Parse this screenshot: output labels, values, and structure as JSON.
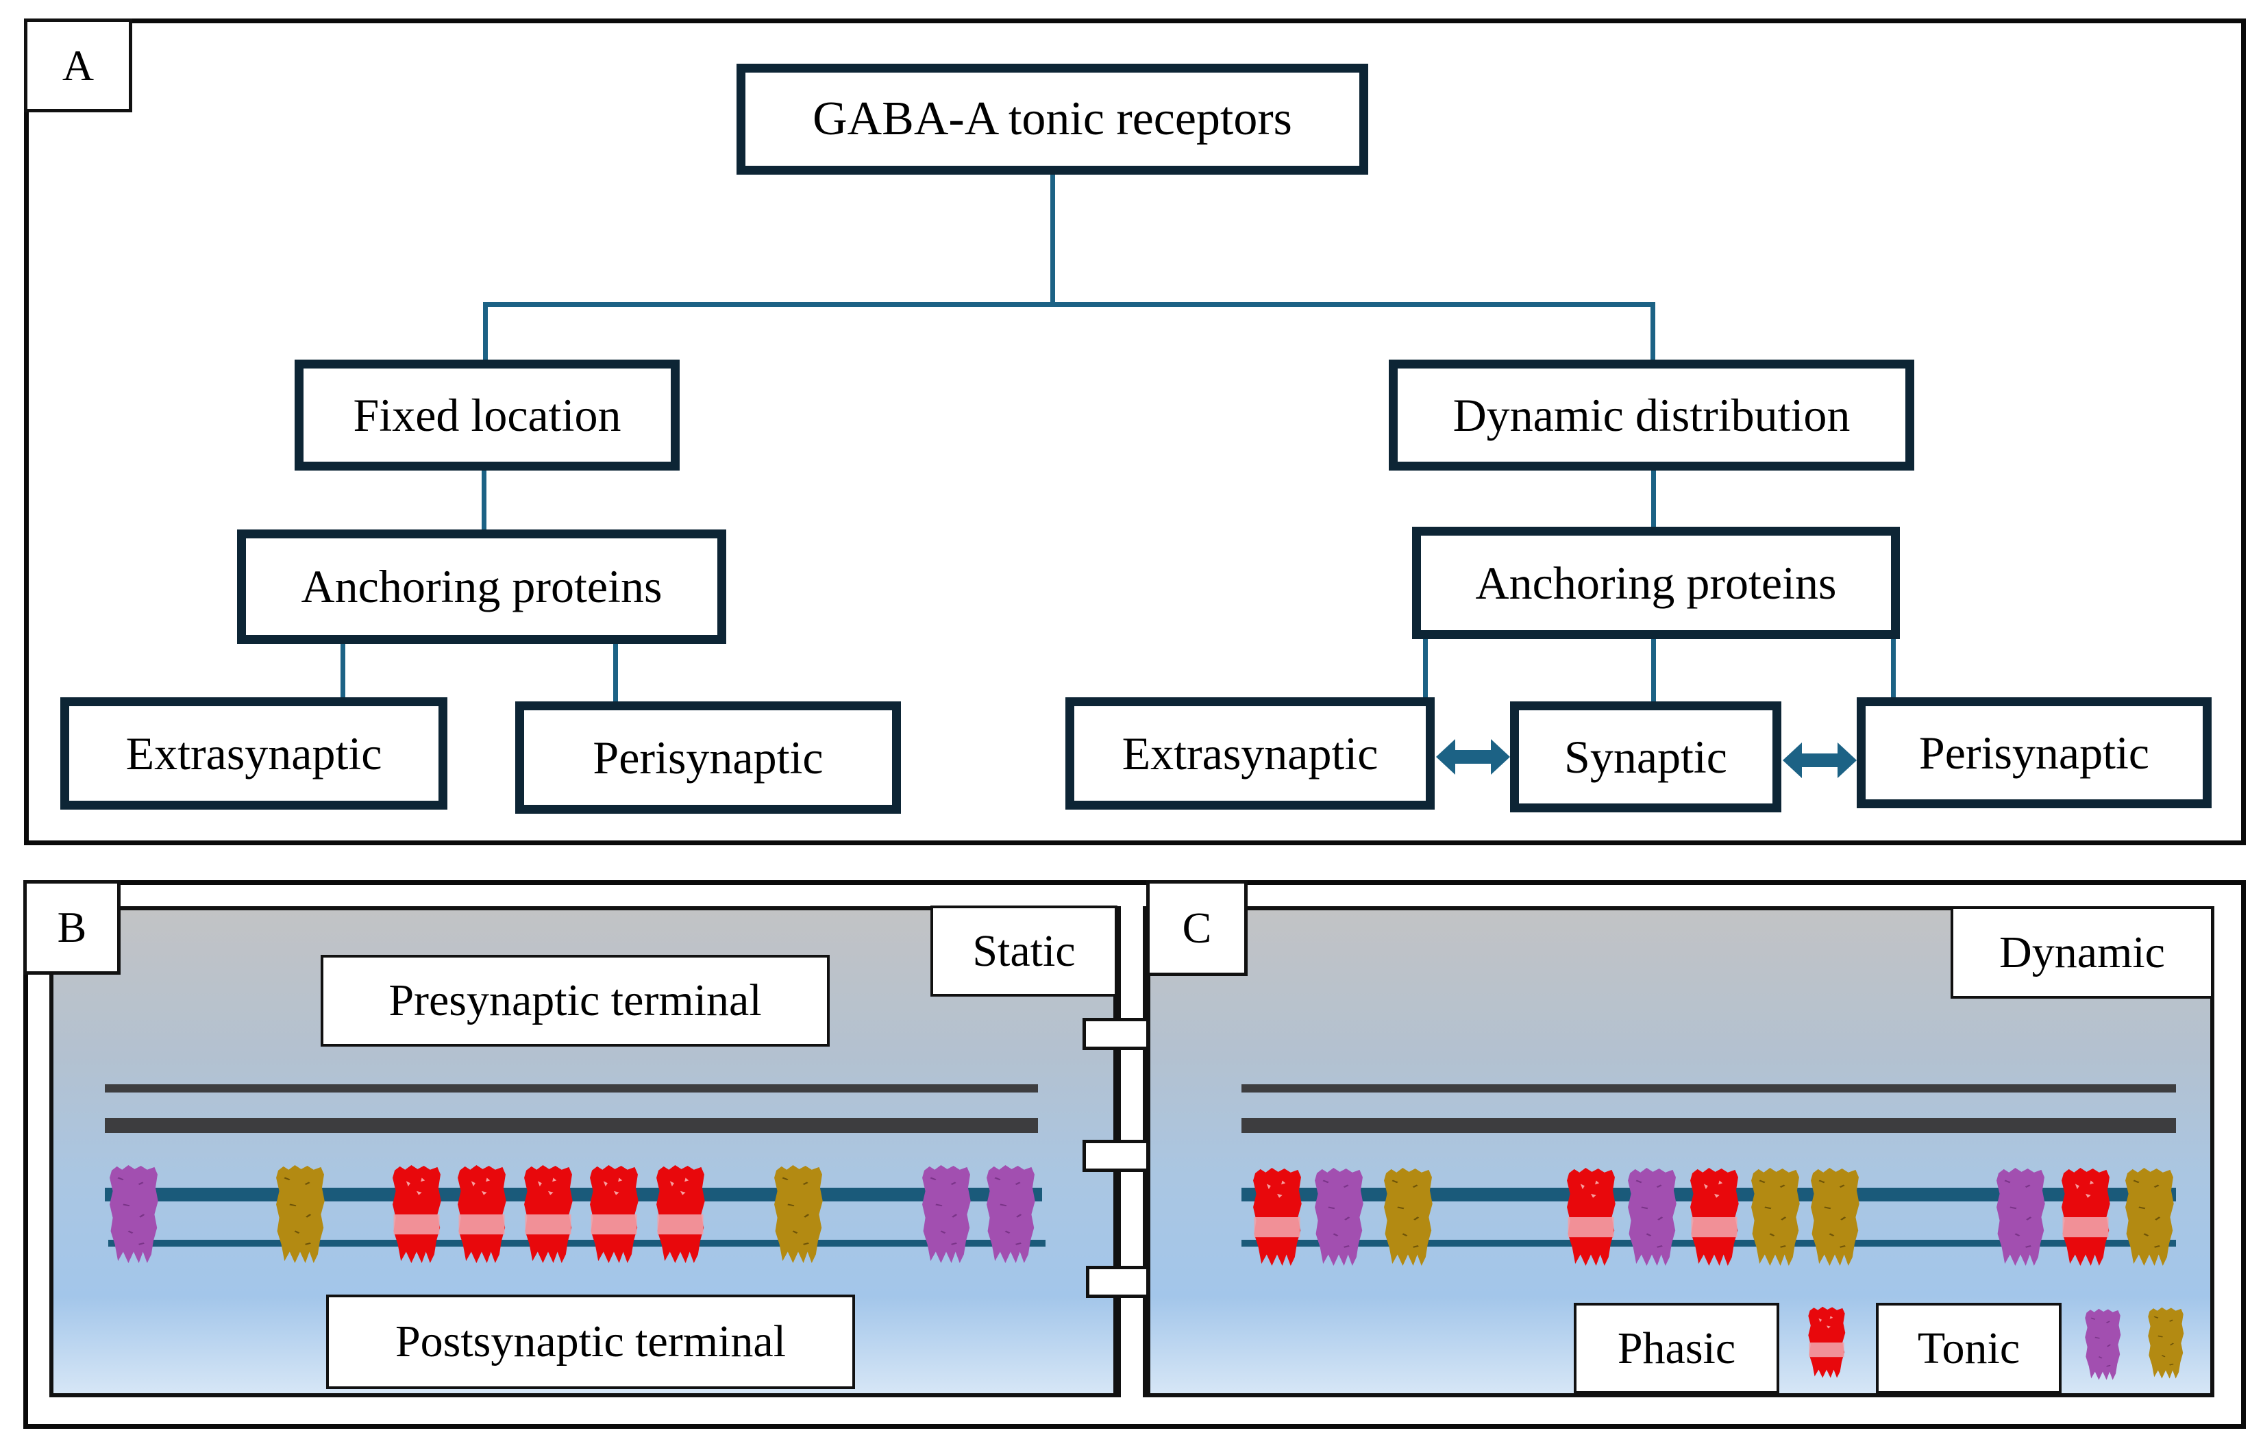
{
  "panel_a": {
    "tag": "A",
    "root": "GABA-A tonic receptors",
    "left": {
      "title": "Fixed location",
      "child": "Anchoring proteins",
      "leaves": [
        "Extrasynaptic",
        "Perisynaptic"
      ]
    },
    "right": {
      "title": "Dynamic distribution",
      "child": "Anchoring proteins",
      "leaves": [
        "Extrasynaptic",
        "Synaptic",
        "Perisynaptic"
      ],
      "arrows": [
        "bidirectional-arrow",
        "bidirectional-arrow"
      ]
    },
    "colors": {
      "node_border": "#0d2535",
      "connector": "#1c6285"
    }
  },
  "panel_b": {
    "tag": "B",
    "mode": "Static",
    "top_label": "Presynaptic terminal",
    "bottom_label": "Postsynaptic terminal",
    "receptors": [
      "tonic-purple",
      "tonic-gold",
      "phasic",
      "phasic",
      "phasic",
      "phasic",
      "phasic",
      "tonic-gold",
      "tonic-purple",
      "tonic-purple"
    ]
  },
  "panel_c": {
    "tag": "C",
    "mode": "Dynamic",
    "receptors": [
      "phasic",
      "tonic-purple",
      "tonic-gold",
      "phasic",
      "tonic-purple",
      "phasic",
      "tonic-gold",
      "tonic-gold",
      "tonic-purple",
      "phasic",
      "tonic-gold"
    ],
    "legend": {
      "phasic": "Phasic",
      "tonic": "Tonic"
    }
  },
  "colors": {
    "phasic": "#e8080c",
    "phasic_band": "#f2a0a6",
    "tonic_purple": "#a24fb0",
    "tonic_gold": "#b38a12",
    "membrane_teal": "#1a5a7a",
    "presynaptic_bar": "#3d3d3f"
  }
}
